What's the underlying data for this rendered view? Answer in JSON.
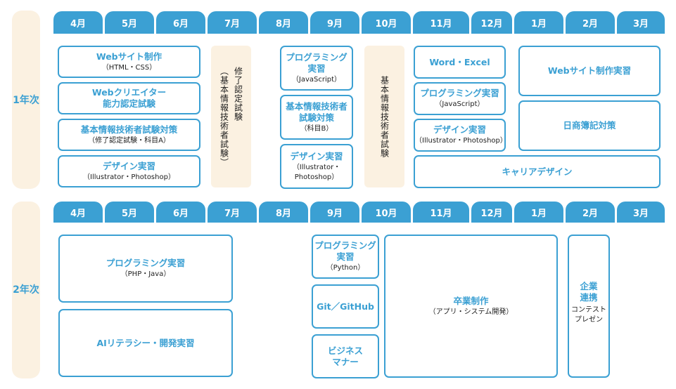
{
  "years": [
    {
      "label": "1年次",
      "months": [
        "4月",
        "5月",
        "6月",
        "7月",
        "8月",
        "9月",
        "10月",
        "11月",
        "12月",
        "1月",
        "2月",
        "3月"
      ],
      "courses": [
        {
          "title": "Webサイト制作",
          "sub": "（HTML・CSS）"
        },
        {
          "title": "Webクリエイター\n能力認定試験",
          "sub": ""
        },
        {
          "title": "基本情報技術者試験対策",
          "sub": "（修了認定試験・科目A）"
        },
        {
          "title": "デザイン実習",
          "sub": "（Illustrator・Photoshop）"
        },
        {
          "title": "プログラミング\n実習",
          "sub": "（JavaScript）"
        },
        {
          "title": "基本情報技術者\n試験対策",
          "sub": "（科目B）"
        },
        {
          "title": "デザイン実習",
          "sub": "（Illustrator・\nPhotoshop）"
        },
        {
          "title": "Word・Excel",
          "sub": ""
        },
        {
          "title": "プログラミング実習",
          "sub": "（JavaScript）"
        },
        {
          "title": "デザイン実習",
          "sub": "（Illustrator・Photoshop）"
        },
        {
          "title": "キャリアデザイン",
          "sub": ""
        },
        {
          "title": "Webサイト制作実習",
          "sub": ""
        },
        {
          "title": "日商簿記対策",
          "sub": ""
        }
      ],
      "exams": [
        {
          "main": "修了認定試験",
          "sub": "（基本情報技術者試験）"
        },
        {
          "main": "基本情報技術者試験",
          "sub": ""
        }
      ]
    },
    {
      "label": "2年次",
      "months": [
        "4月",
        "5月",
        "6月",
        "7月",
        "8月",
        "9月",
        "10月",
        "11月",
        "12月",
        "1月",
        "2月",
        "3月"
      ],
      "courses": [
        {
          "title": "プログラミング実習",
          "sub": "（PHP・Java）"
        },
        {
          "title": "AIリテラシー・開発実習",
          "sub": ""
        },
        {
          "title": "プログラミング\n実習",
          "sub": "（Python）"
        },
        {
          "title": "Git／GitHub",
          "sub": ""
        },
        {
          "title": "ビジネス\nマナー",
          "sub": ""
        },
        {
          "title": "卒業制作",
          "sub": "（アプリ・システム開発）"
        },
        {
          "title": "企業\n連携",
          "sub": "コンテスト\nプレゼン"
        }
      ]
    }
  ]
}
